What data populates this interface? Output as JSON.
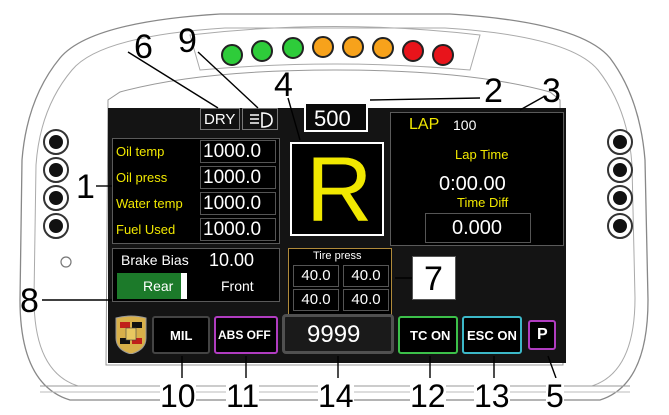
{
  "leds": {
    "colors": [
      "#2ecc3a",
      "#2ecc3a",
      "#2ecc3a",
      "#f7a21b",
      "#f7a21b",
      "#f7a21b",
      "#e8141b",
      "#e8141b"
    ]
  },
  "top": {
    "condition": "DRY",
    "headlight_icon": "headlight-icon",
    "rpm_box": "500"
  },
  "left_panel": {
    "rows": [
      {
        "label": "Oil temp",
        "value": "1000.0"
      },
      {
        "label": "Oil press",
        "value": "1000.0"
      },
      {
        "label": "Water temp",
        "value": "1000.0"
      },
      {
        "label": "Fuel Used",
        "value": "1000.0"
      }
    ]
  },
  "gear": "R",
  "right_panel": {
    "lap_label": "LAP",
    "lap_value": "100",
    "lap_time_label": "Lap Time",
    "lap_time": "0:00.00",
    "time_diff_label": "Time Diff",
    "time_diff": "0.000"
  },
  "brake_bias": {
    "label": "Brake Bias",
    "value": "10.00",
    "rear": "Rear",
    "front": "Front",
    "rear_fraction": 0.8
  },
  "tire_press": {
    "title": "Tire press",
    "values": [
      "40.0",
      "40.0",
      "40.0",
      "40.0"
    ]
  },
  "bottom_bar": {
    "logo_icon": "porsche-crest-icon",
    "mil": "MIL",
    "abs": "ABS OFF",
    "speed": "9999",
    "tc": "TC ON",
    "esc": "ESC ON",
    "pit": "P"
  },
  "callouts": [
    "1",
    "2",
    "3",
    "4",
    "5",
    "6",
    "7",
    "8",
    "9",
    "10",
    "11",
    "12",
    "13",
    "14"
  ],
  "side_buttons": {
    "icon": "round-button-icon"
  }
}
